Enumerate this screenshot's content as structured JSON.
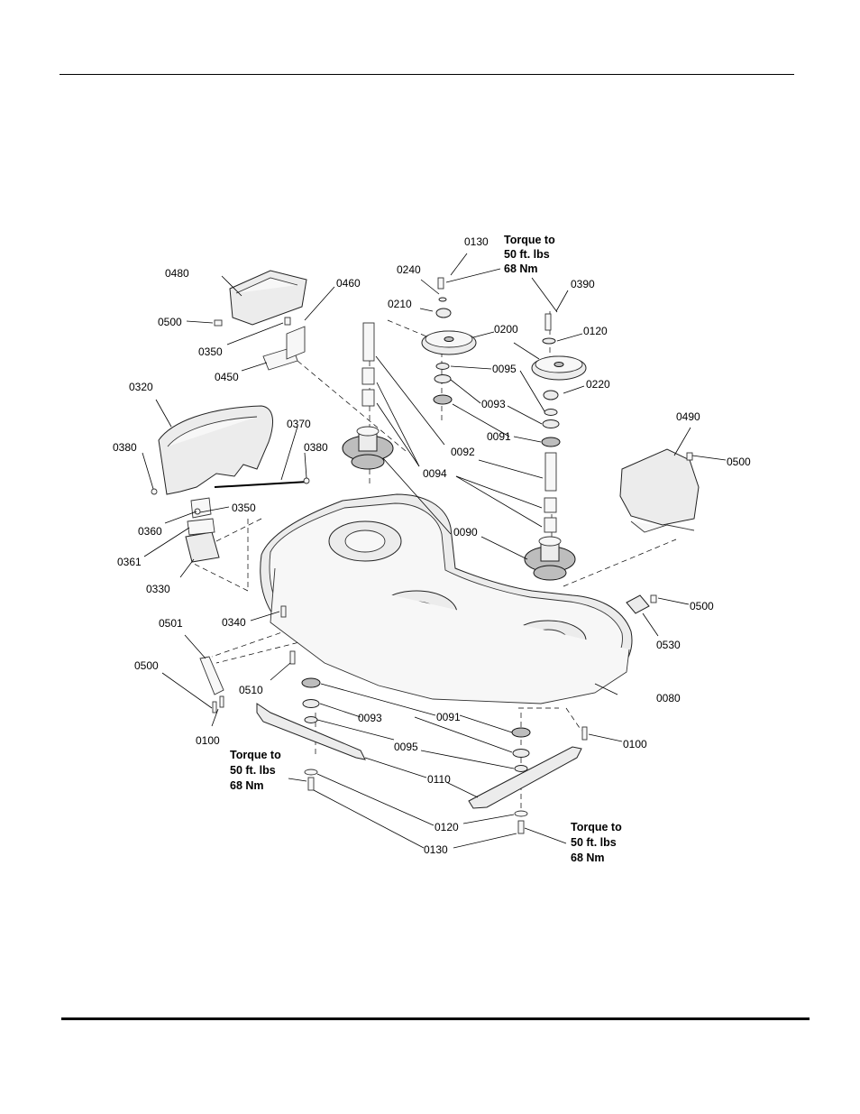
{
  "labels": {
    "p0130_top": "0130",
    "p0240": "0240",
    "p0210": "0210",
    "p0200": "0200",
    "p0095_top": "0095",
    "p0093_top": "0093",
    "p0091_top": "0091",
    "p0092": "0092",
    "p0094": "0094",
    "p0090": "0090",
    "p0390": "0390",
    "p0120_top": "0120",
    "p0220": "0220",
    "p0480": "0480",
    "p0500_a": "0500",
    "p0350_a": "0350",
    "p0460": "0460",
    "p0450": "0450",
    "p0320": "0320",
    "p0370": "0370",
    "p0380_a": "0380",
    "p0380_b": "0380",
    "p0360": "0360",
    "p0350_b": "0350",
    "p0361": "0361",
    "p0330": "0330",
    "p0490": "0490",
    "p0500_b": "0500",
    "p0500_c": "0500",
    "p0530": "0530",
    "p0340": "0340",
    "p0501": "0501",
    "p0500_d": "0500",
    "p0510": "0510",
    "p0100_a": "0100",
    "p0093_bot": "0093",
    "p0091_bot": "0091",
    "p0095_bot": "0095",
    "p0080": "0080",
    "p0100_b": "0100",
    "p0110": "0110",
    "p0120_bot": "0120",
    "p0130_bot": "0130"
  },
  "torque_notes": {
    "top": {
      "line1": "Torque to",
      "line2": "50 ft. lbs",
      "line3": "68 Nm"
    },
    "bottom_left": {
      "line1": "Torque to",
      "line2": "50 ft. lbs",
      "line3": "68 Nm"
    },
    "bottom_right": {
      "line1": "Torque to",
      "line2": "50 ft. lbs",
      "line3": "68 Nm"
    }
  }
}
